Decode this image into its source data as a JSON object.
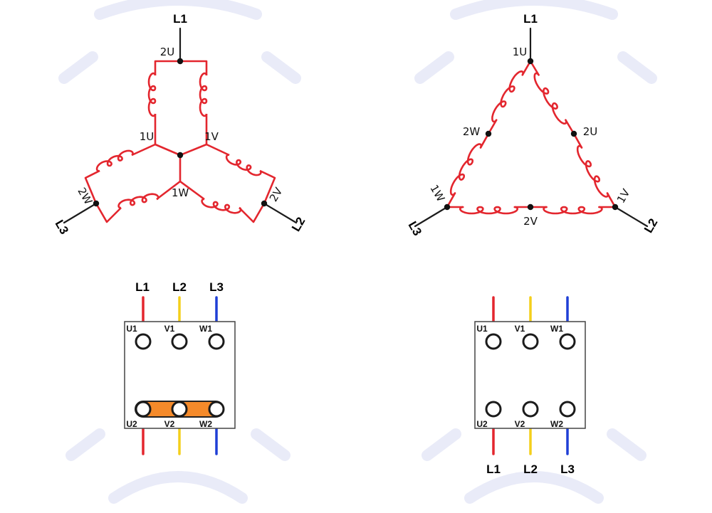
{
  "colors": {
    "winding": "#e3262e",
    "wire": "#1b1b1b",
    "l1": "#e3262e",
    "l2": "#f4cf1b",
    "l3": "#1f3fd6",
    "bridge": "#f58a2a",
    "watermark": "#e9ebf8"
  },
  "star": {
    "line_labels": {
      "l1": "L1",
      "l2": "L2",
      "l3": "L3"
    },
    "terminals": {
      "u2": "2U",
      "u1": "1U",
      "v1": "1V",
      "w1": "1W",
      "v2": "2V",
      "w2": "2W"
    }
  },
  "delta": {
    "line_labels": {
      "l1": "L1",
      "l2": "L2",
      "l3": "L3"
    },
    "terminals": {
      "u1": "1U",
      "u2": "2U",
      "w2": "2W",
      "w1": "1W",
      "v1": "1V",
      "v2": "2V"
    }
  },
  "box_star": {
    "line_labels": {
      "l1": "L1",
      "l2": "L2",
      "l3": "L3"
    },
    "top_terminals": [
      "U1",
      "V1",
      "W1"
    ],
    "bottom_terminals": [
      "U2",
      "V2",
      "W2"
    ]
  },
  "box_delta": {
    "line_labels": {
      "l1": "L1",
      "l2": "L2",
      "l3": "L3"
    },
    "top_terminals": [
      "U1",
      "V1",
      "W1"
    ],
    "bottom_terminals": [
      "U2",
      "V2",
      "W2"
    ]
  }
}
